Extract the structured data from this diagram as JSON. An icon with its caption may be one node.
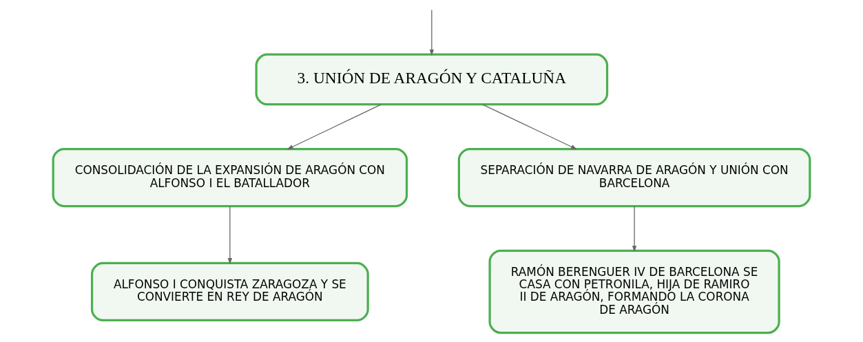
{
  "diagram": {
    "nodes": [
      {
        "text": [
          "3. UNIÓN DE ARAGÓN Y CATALUÑA"
        ]
      },
      {
        "text": [
          "CONSOLIDACIÓN DE LA EXPANSIÓN DE ARAGÓN CON ALFONSO I EL BATALLADOR"
        ]
      },
      {
        "text": [
          "SEPARACIÓN DE NAVARRA DE ARAGÓN Y UNIÓN CON BARCELONA"
        ]
      },
      {
        "text": [
          "ALFONSO I CONQUISTA ZARAGOZA Y SE CONVIERTE EN REY DE ARAGÓN"
        ]
      },
      {
        "text": [
          "RAMÓN BERENGUER IV DE BARCELONA SE CASA CON PETRONILA, HIJA DE RAMIRO II DE ARAGÓN, FORMANDO LA CORONA DE ARAGÓN"
        ]
      }
    ],
    "edges": [
      {
        "from": null,
        "to": 0,
        "arrow": "to"
      },
      {
        "from": 0,
        "to": 1,
        "arrow": "to"
      },
      {
        "from": 0,
        "to": 2,
        "arrow": "to"
      },
      {
        "from": 1,
        "to": 3,
        "arrow": "to"
      },
      {
        "from": 2,
        "to": 4,
        "arrow": "to"
      }
    ]
  }
}
